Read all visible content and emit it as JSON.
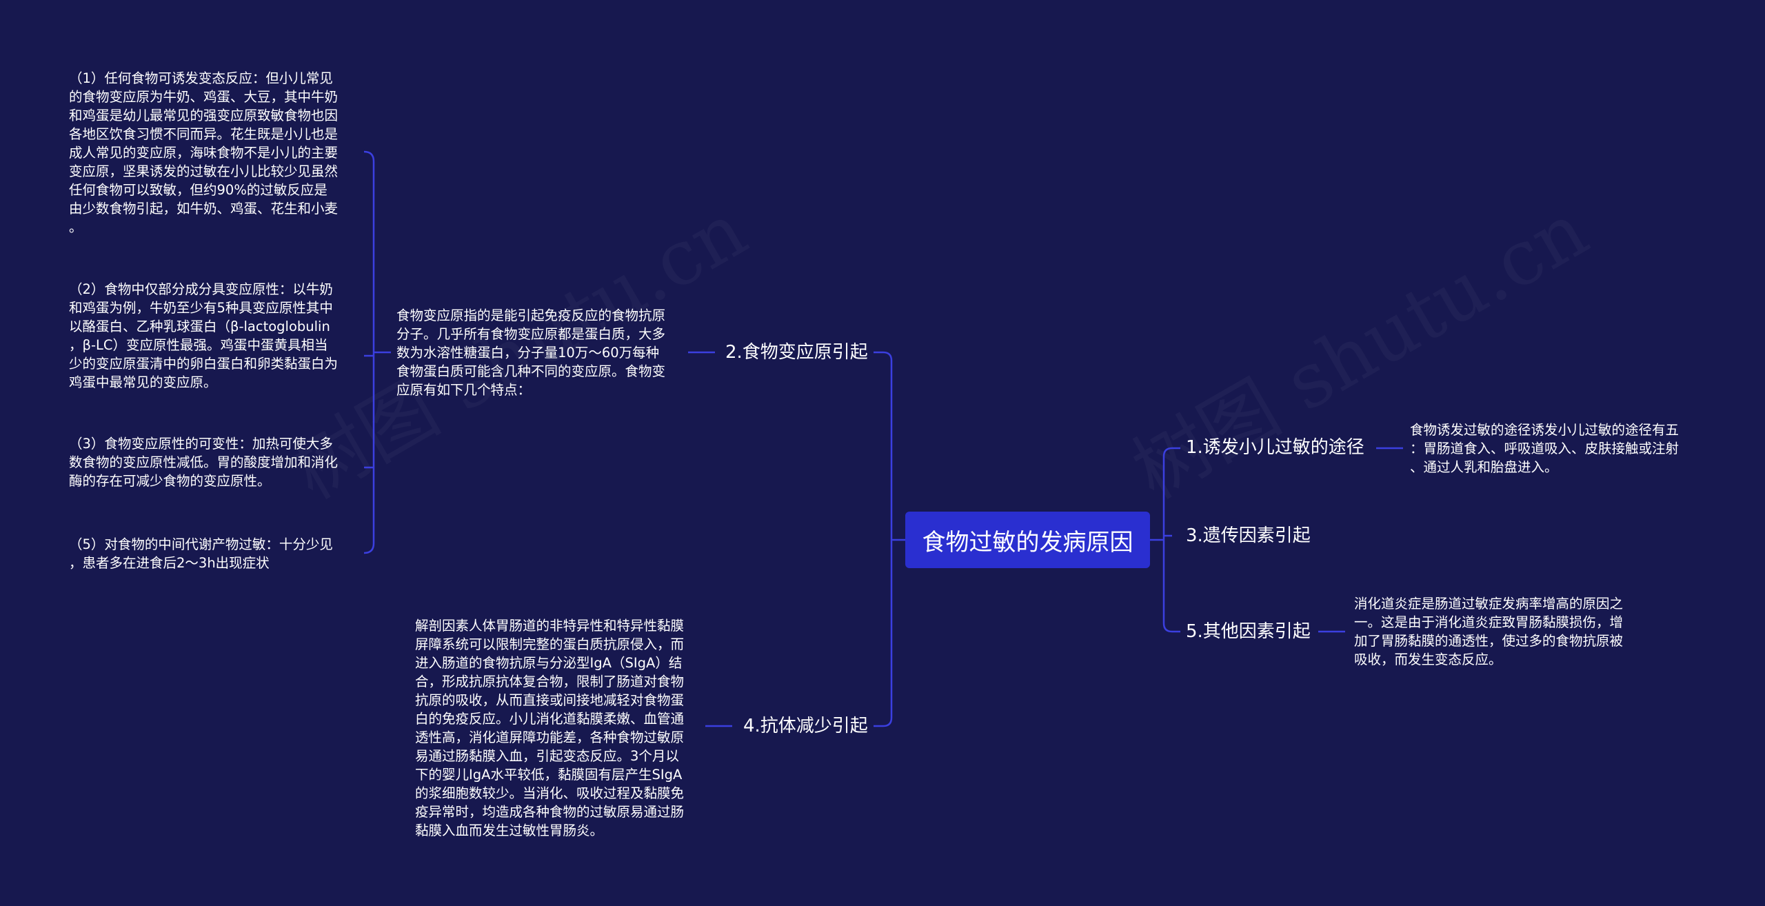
{
  "root": {
    "label": "食物过敏的发病原因"
  },
  "branches": {
    "b1": {
      "label": "1.诱发小儿过敏的途径",
      "note": "食物诱发过敏的途径诱发小儿过敏的途径有五\n：胃肠道食入、呼吸道吸入、皮肤接触或注射\n、通过人乳和胎盘进入。"
    },
    "b2": {
      "label": "2.食物变应原引起",
      "note": "食物变应原指的是能引起免疫反应的食物抗原\n分子。几乎所有食物变应原都是蛋白质，大多\n数为水溶性糖蛋白，分子量10万～60万每种\n食物蛋白质可能含几种不同的变应原。食物变\n应原有如下几个特点：",
      "children": [
        {
          "note": "（1）任何食物可诱发变态反应：但小儿常见\n的食物变应原为牛奶、鸡蛋、大豆，其中牛奶\n和鸡蛋是幼儿最常见的强变应原致敏食物也因\n各地区饮食习惯不同而异。花生既是小儿也是\n成人常见的变应原，海味食物不是小儿的主要\n变应原，坚果诱发的过敏在小儿比较少见虽然\n任何食物可以致敏，但约90%的过敏反应是\n由少数食物引起，如牛奶、鸡蛋、花生和小麦\n。"
        },
        {
          "note": "（2）食物中仅部分成分具变应原性：以牛奶\n和鸡蛋为例，牛奶至少有5种具变应原性其中\n以酪蛋白、乙种乳球蛋白（β-lactoglobulin\n，β-LC）变应原性最强。鸡蛋中蛋黄具相当\n少的变应原蛋清中的卵白蛋白和卵类黏蛋白为\n鸡蛋中最常见的变应原。"
        },
        {
          "note": "（3）食物变应原性的可变性：加热可使大多\n数食物的变应原性减低。胃的酸度增加和消化\n酶的存在可减少食物的变应原性。"
        },
        {
          "note": "（5）对食物的中间代谢产物过敏：十分少见\n，患者多在进食后2～3h出现症状"
        }
      ]
    },
    "b3": {
      "label": "3.遗传因素引起"
    },
    "b4": {
      "label": "4.抗体减少引起",
      "note": "解剖因素人体胃肠道的非特异性和特异性黏膜\n屏障系统可以限制完整的蛋白质抗原侵入，而\n进入肠道的食物抗原与分泌型IgA（SIgA）结\n合，形成抗原抗体复合物，限制了肠道对食物\n抗原的吸收，从而直接或间接地减轻对食物蛋\n白的免疫反应。小儿消化道黏膜柔嫩、血管通\n透性高，消化道屏障功能差，各种食物过敏原\n易通过肠黏膜入血，引起变态反应。3个月以\n下的婴儿IgA水平较低，黏膜固有层产生SIgA\n的浆细胞数较少。当消化、吸收过程及黏膜免\n疫异常时，均造成各种食物的过敏原易通过肠\n黏膜入血而发生过敏性胃肠炎。"
    },
    "b5": {
      "label": "5.其他因素引起",
      "note": "消化道炎症是肠道过敏症发病率增高的原因之\n一。这是由于消化道炎症致胃肠黏膜损伤，增\n加了胃肠黏膜的通透性，使过多的食物抗原被\n吸收，而发生变态反应。"
    }
  },
  "colors": {
    "background": "#17184f",
    "root_fill": "#2a2fd0",
    "connector": "#3b3fe0",
    "text": "#ffffff"
  }
}
